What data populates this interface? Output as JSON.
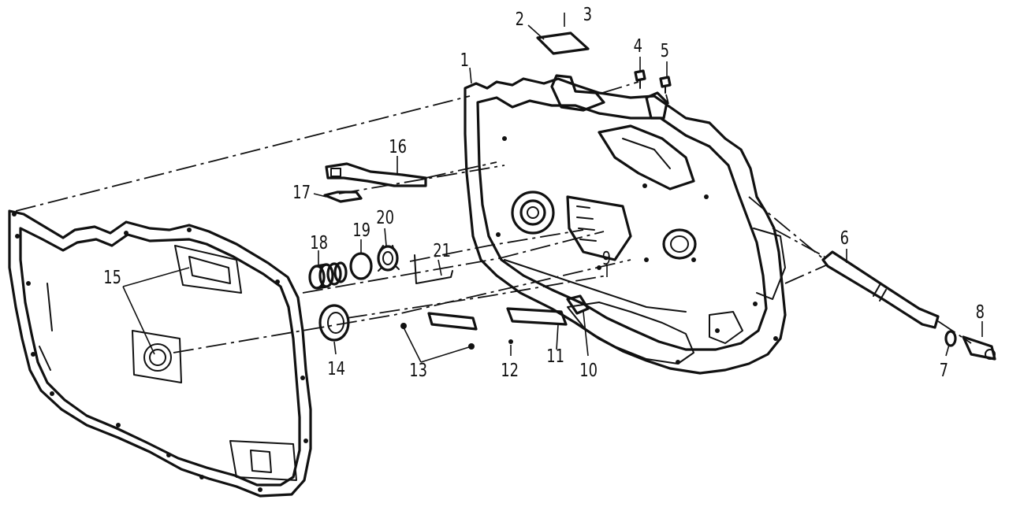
{
  "diagram": {
    "callouts": [
      {
        "number": "1"
      },
      {
        "number": "2"
      },
      {
        "number": "3"
      },
      {
        "number": "4"
      },
      {
        "number": "5"
      },
      {
        "number": "6"
      },
      {
        "number": "7"
      },
      {
        "number": "8"
      },
      {
        "number": "9"
      },
      {
        "number": "10"
      },
      {
        "number": "11"
      },
      {
        "number": "12"
      },
      {
        "number": "13"
      },
      {
        "number": "14"
      },
      {
        "number": "15"
      },
      {
        "number": "16"
      },
      {
        "number": "17"
      },
      {
        "number": "18"
      },
      {
        "number": "19"
      },
      {
        "number": "20"
      },
      {
        "number": "21"
      }
    ]
  }
}
